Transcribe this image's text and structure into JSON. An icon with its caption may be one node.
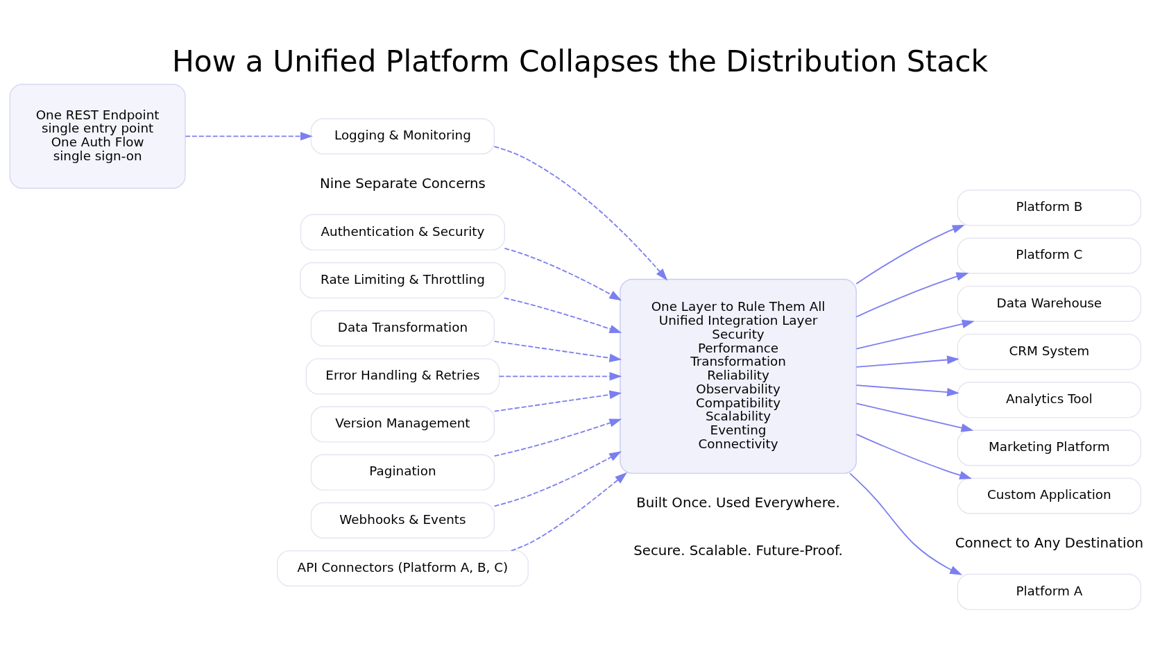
{
  "diagram": {
    "title": "How a Unified Platform Collapses the Distribution Stack",
    "nodes": [
      {
        "text": [
          "One REST Endpoint",
          "single entry point",
          "One Auth Flow",
          "single sign-on"
        ]
      },
      {
        "text": [
          "Authentication & Security"
        ]
      },
      {
        "text": [
          "Rate Limiting & Throttling"
        ]
      },
      {
        "text": [
          "Data Transformation"
        ]
      },
      {
        "text": [
          "Error Handling & Retries"
        ]
      },
      {
        "text": [
          "Logging & Monitoring"
        ]
      },
      {
        "text": [
          "Version Management"
        ]
      },
      {
        "text": [
          "Pagination"
        ]
      },
      {
        "text": [
          "Webhooks & Events"
        ]
      },
      {
        "text": [
          "API Connectors (Platform A, B, C)"
        ]
      },
      {
        "text": [
          "One Layer to Rule Them All",
          "Unified Integration Layer",
          "Security",
          "Performance",
          "Transformation",
          "Reliability",
          "Observability",
          "Compatibility",
          "Scalability",
          "Eventing",
          "Connectivity"
        ]
      },
      {
        "text": [
          "Platform A"
        ]
      },
      {
        "text": [
          "Platform B"
        ]
      },
      {
        "text": [
          "Platform C"
        ]
      },
      {
        "text": [
          "Data Warehouse"
        ]
      },
      {
        "text": [
          "CRM System"
        ]
      },
      {
        "text": [
          "Analytics Tool"
        ]
      },
      {
        "text": [
          "Marketing Platform"
        ]
      },
      {
        "text": [
          "Custom Application"
        ]
      }
    ],
    "edges": [
      {
        "from": 0,
        "to": 5,
        "arrow": "to",
        "style": "dashed"
      },
      {
        "from": 1,
        "to": 10,
        "arrow": "to",
        "style": "dashed"
      },
      {
        "from": 2,
        "to": 10,
        "arrow": "to",
        "style": "dashed"
      },
      {
        "from": 3,
        "to": 10,
        "arrow": "to",
        "style": "dashed"
      },
      {
        "from": 4,
        "to": 10,
        "arrow": "to",
        "style": "dashed"
      },
      {
        "from": 5,
        "to": 10,
        "arrow": "to",
        "style": "dashed"
      },
      {
        "from": 6,
        "to": 10,
        "arrow": "to",
        "style": "dashed"
      },
      {
        "from": 7,
        "to": 10,
        "arrow": "to",
        "style": "dashed"
      },
      {
        "from": 8,
        "to": 10,
        "arrow": "to",
        "style": "dashed"
      },
      {
        "from": 9,
        "to": 10,
        "arrow": "to",
        "style": "dashed"
      },
      {
        "from": 10,
        "to": 11,
        "arrow": "to"
      },
      {
        "from": 10,
        "to": 12,
        "arrow": "to"
      },
      {
        "from": 10,
        "to": 13,
        "arrow": "to"
      },
      {
        "from": 10,
        "to": 14,
        "arrow": "to"
      },
      {
        "from": 10,
        "to": 15,
        "arrow": "to"
      },
      {
        "from": 10,
        "to": 16,
        "arrow": "to"
      },
      {
        "from": 10,
        "to": 17,
        "arrow": "to"
      },
      {
        "from": 10,
        "to": 18,
        "arrow": "to"
      }
    ],
    "labels": [
      "Nine Separate Concerns",
      "Connect to Any Destination",
      "Built Once. Used Everywhere.",
      "Secure. Scalable. Future-Proof."
    ]
  }
}
